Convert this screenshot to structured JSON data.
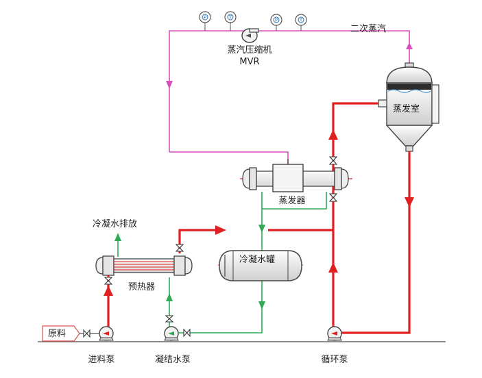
{
  "labels": {
    "secondary_steam": "二次蒸汽",
    "compressor": "蒸汽压缩机",
    "compressor_abbr": "MVR",
    "evaporation_chamber": "蒸发室",
    "evaporator": "蒸发器",
    "condensate_discharge": "冷凝水排放",
    "condensate_tank": "冷凝水罐",
    "preheater": "预热器",
    "raw_material": "原料",
    "feed_pump": "进料泵",
    "condensate_pump": "凝结水泵",
    "circulation_pump": "循环泵"
  },
  "gauges": [
    "P",
    "T",
    "P",
    "T"
  ],
  "colors": {
    "steam": "#d94fc0",
    "liquid": "#e02020",
    "condensate": "#2faa55",
    "equipment": "#444444",
    "raw_box": "#d9534f"
  }
}
